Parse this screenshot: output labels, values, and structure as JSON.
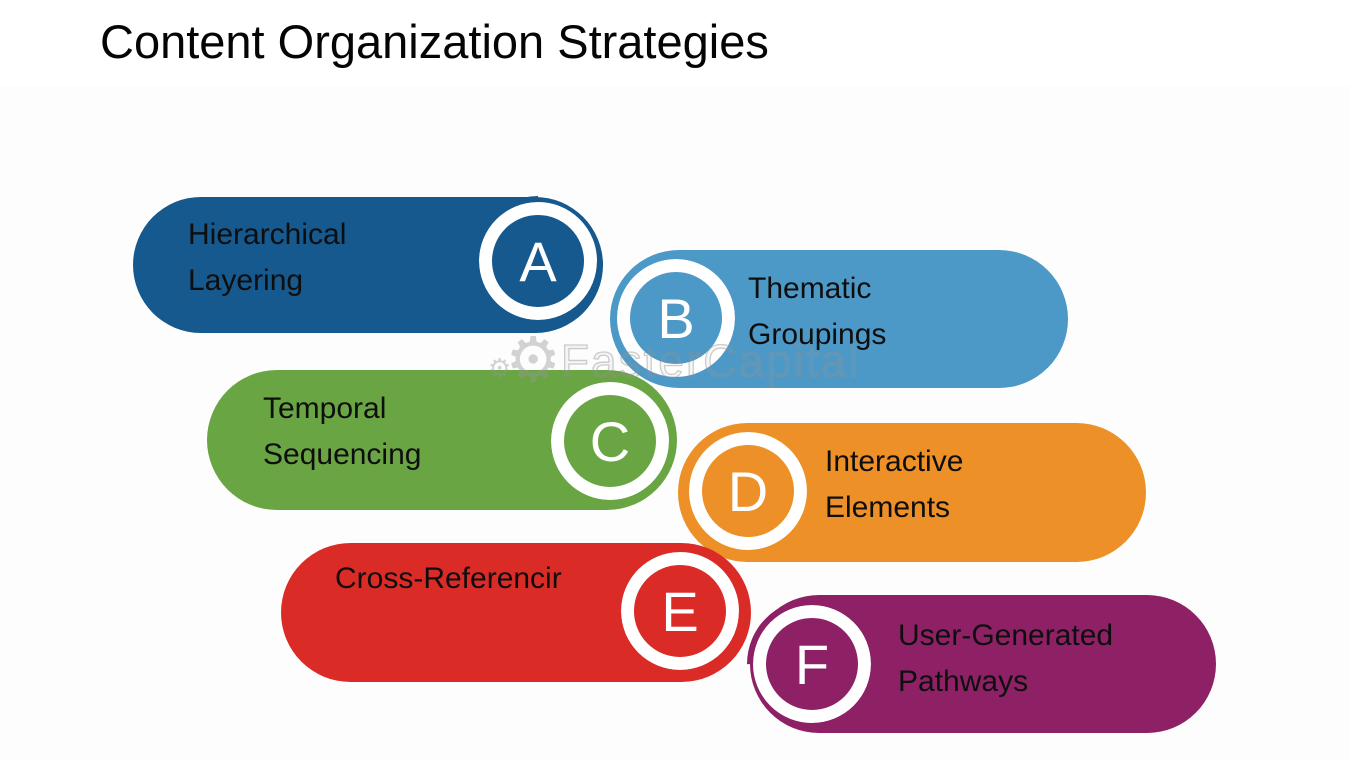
{
  "title": "Content Organization Strategies",
  "watermark": {
    "text": "FasterCapital"
  },
  "strategies": [
    {
      "letter": "A",
      "label": "Hierarchical Layering",
      "line1": "Hierarchical",
      "line2": "Layering",
      "color": "#15598e"
    },
    {
      "letter": "B",
      "label": "Thematic Groupings",
      "line1": "Thematic",
      "line2": "Groupings",
      "color": "#4c99c7"
    },
    {
      "letter": "C",
      "label": "Temporal Sequencing",
      "line1": "Temporal",
      "line2": "Sequencing",
      "color": "#6aa544"
    },
    {
      "letter": "D",
      "label": "Interactive Elements",
      "line1": "Interactive",
      "line2": "Elements",
      "color": "#ec9027"
    },
    {
      "letter": "E",
      "label": "Cross-Referencir",
      "line1": "Cross-Referencir",
      "line2": "",
      "color": "#da2b27"
    },
    {
      "letter": "F",
      "label": "User-Generated Pathways",
      "line1": "User-Generated",
      "line2": "Pathways",
      "color": "#8e2166"
    }
  ]
}
